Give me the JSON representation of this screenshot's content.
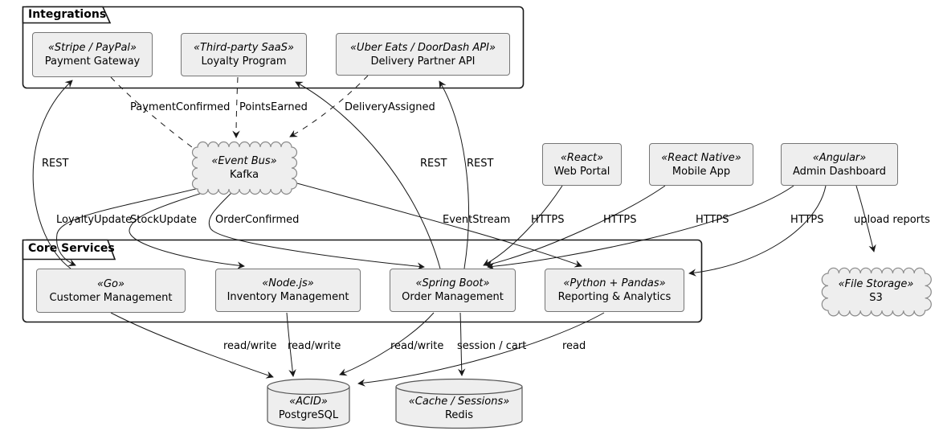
{
  "diagram": {
    "frames": {
      "integrations": {
        "label": "Integrations"
      },
      "core_services": {
        "label": "Core Services"
      }
    },
    "nodes": {
      "payment_gateway": {
        "stereotype": "«Stripe / PayPal»",
        "name": "Payment Gateway"
      },
      "loyalty_program": {
        "stereotype": "«Third-party SaaS»",
        "name": "Loyalty Program"
      },
      "delivery_api": {
        "stereotype": "«Uber Eats / DoorDash API»",
        "name": "Delivery Partner API"
      },
      "kafka": {
        "stereotype": "«Event Bus»",
        "name": "Kafka"
      },
      "web_portal": {
        "stereotype": "«React»",
        "name": "Web Portal"
      },
      "mobile_app": {
        "stereotype": "«React Native»",
        "name": "Mobile App"
      },
      "admin_dashboard": {
        "stereotype": "«Angular»",
        "name": "Admin Dashboard"
      },
      "customer_mgmt": {
        "stereotype": "«Go»",
        "name": "Customer Management"
      },
      "inventory_mgmt": {
        "stereotype": "«Node.js»",
        "name": "Inventory Management"
      },
      "order_mgmt": {
        "stereotype": "«Spring Boot»",
        "name": "Order Management"
      },
      "reporting": {
        "stereotype": "«Python + Pandas»",
        "name": "Reporting & Analytics"
      },
      "s3": {
        "stereotype": "«File Storage»",
        "name": "S3"
      },
      "postgresql": {
        "stereotype": "«ACID»",
        "name": "PostgreSQL"
      },
      "redis": {
        "stereotype": "«Cache / Sessions»",
        "name": "Redis"
      }
    },
    "edges": {
      "rest_customer_payment": {
        "label": "REST"
      },
      "payment_confirmed": {
        "label": "PaymentConfirmed"
      },
      "points_earned": {
        "label": "PointsEarned"
      },
      "delivery_assigned": {
        "label": "DeliveryAssigned"
      },
      "loyalty_update": {
        "label": "LoyaltyUpdate"
      },
      "stock_update": {
        "label": "StockUpdate"
      },
      "order_confirmed": {
        "label": "OrderConfirmed"
      },
      "event_stream": {
        "label": "EventStream"
      },
      "rest_order_loyalty": {
        "label": "REST"
      },
      "rest_order_delivery": {
        "label": "REST"
      },
      "https_web_portal": {
        "label": "HTTPS"
      },
      "https_mobile_app": {
        "label": "HTTPS"
      },
      "https_admin_order": {
        "label": "HTTPS"
      },
      "https_admin_reporting": {
        "label": "HTTPS"
      },
      "upload_reports": {
        "label": "upload reports"
      },
      "rw_customer": {
        "label": "read/write"
      },
      "rw_inventory": {
        "label": "read/write"
      },
      "rw_order": {
        "label": "read/write"
      },
      "session_cart": {
        "label": "session / cart"
      },
      "read_reporting": {
        "label": "read"
      }
    },
    "colors": {
      "background": "#ffffff",
      "node_fill": "#eeeeee",
      "node_border": "#767676",
      "cloud_border": "#8a8a8a",
      "db_border": "#555555",
      "frame_border": "#181818",
      "edge": "#181818",
      "text": "#000000"
    }
  }
}
